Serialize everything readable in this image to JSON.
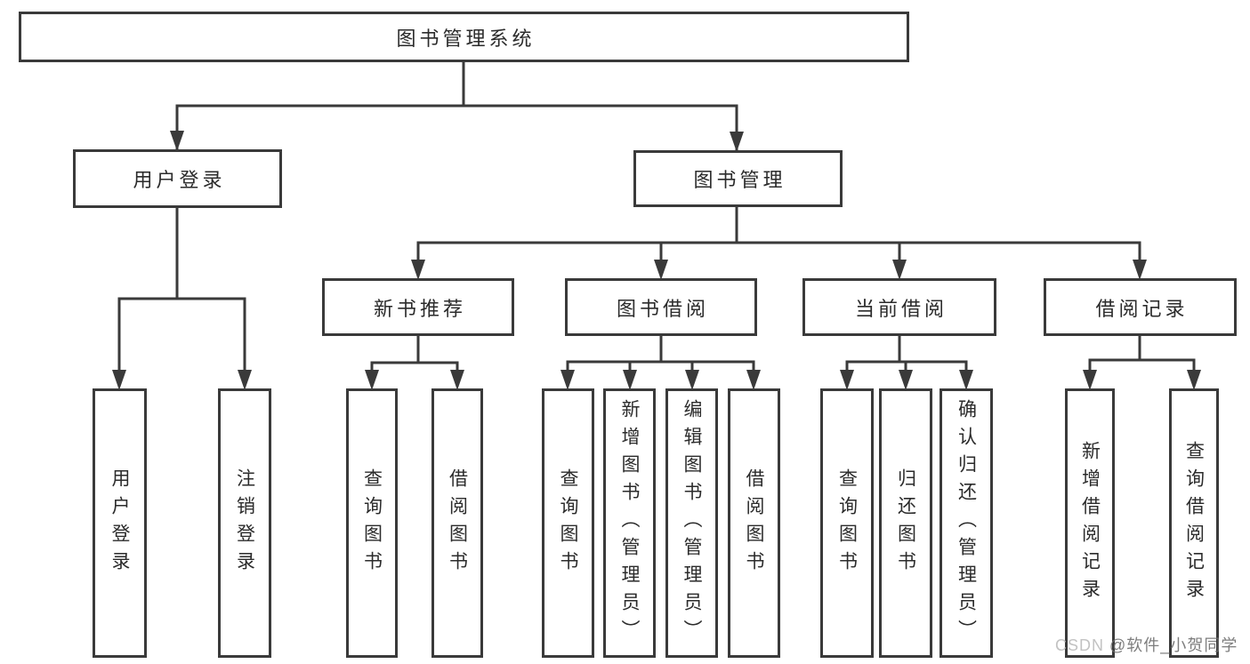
{
  "diagram": {
    "type": "hierarchy-tree",
    "palette": {
      "line": "#3a3a3a",
      "box_border": "#3a3a3a",
      "text": "#2b2b2b",
      "background": "#ffffff",
      "watermark_brand": "#bcbcbc",
      "watermark_handle": "#6f6f6f"
    },
    "nodes": {
      "root": {
        "label": "图书管理系统"
      },
      "user_login": {
        "label": "用户登录"
      },
      "book_management": {
        "label": "图书管理"
      },
      "new_book_recommend": {
        "label": "新书推荐"
      },
      "book_borrowing": {
        "label": "图书借阅"
      },
      "current_borrowing": {
        "label": "当前借阅"
      },
      "borrowing_records": {
        "label": "借阅记录"
      },
      "leaves": {
        "user_login": {
          "label": "用户登录"
        },
        "logout": {
          "label": "注销登录"
        },
        "query_books_recommend": {
          "label": "查询图书"
        },
        "borrow_books_recommend": {
          "label": "借阅图书"
        },
        "query_books_borrowing": {
          "label": "查询图书"
        },
        "add_book_admin": {
          "label": "新增图书（管理员）"
        },
        "edit_book_admin": {
          "label": "编辑图书（管理员）"
        },
        "borrow_books_borrowing": {
          "label": "借阅图书"
        },
        "query_books_current": {
          "label": "查询图书"
        },
        "return_book": {
          "label": "归还图书"
        },
        "confirm_return_admin": {
          "label": "确认归还（管理员）"
        },
        "add_borrow_record": {
          "label": "新增借阅记录"
        },
        "query_borrow_record": {
          "label": "查询借阅记录"
        }
      }
    },
    "edges": [
      "root -> user_login",
      "root -> book_management",
      "user_login -> leaf 用户登录",
      "user_login -> leaf 注销登录",
      "book_management -> new_book_recommend",
      "book_management -> book_borrowing",
      "book_management -> current_borrowing",
      "book_management -> borrowing_records",
      "new_book_recommend -> 查询图书",
      "new_book_recommend -> 借阅图书",
      "book_borrowing -> 查询图书",
      "book_borrowing -> 新增图书（管理员）",
      "book_borrowing -> 编辑图书（管理员）",
      "book_borrowing -> 借阅图书",
      "current_borrowing -> 查询图书",
      "current_borrowing -> 归还图书",
      "current_borrowing -> 确认归还（管理员）",
      "borrowing_records -> 新增借阅记录",
      "borrowing_records -> 查询借阅记录"
    ],
    "watermark": {
      "brand": "CSDN",
      "handle": "@软件_小贺同学"
    }
  }
}
